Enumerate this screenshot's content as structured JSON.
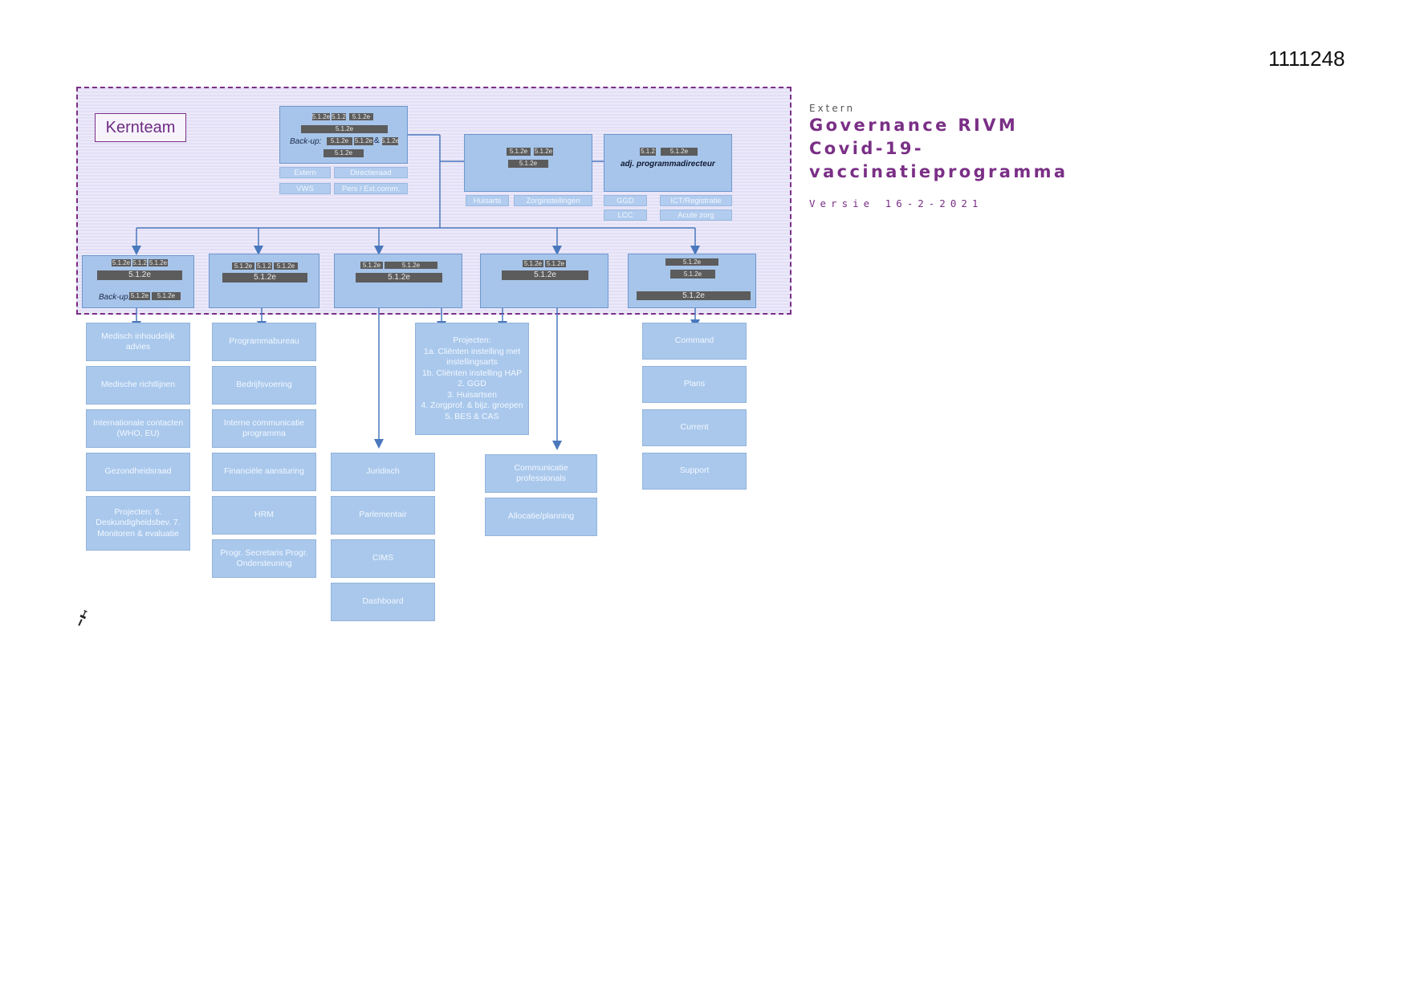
{
  "doc_number": "1111248",
  "kernteam_label": "Kernteam",
  "title": {
    "extern": "Extern",
    "line1": "Governance RIVM",
    "line2": "Covid-19-",
    "line3": "vaccinatieprogramma",
    "version": "Versie 16-2-2021"
  },
  "redaction": "5.1.2e",
  "redaction_short": "5.1.2",
  "backup_label": "Back-up:",
  "ampersand": "&",
  "top": {
    "director_chips": [
      "Extern",
      "Directieraad",
      "VWS",
      "Pers / Ext.comm."
    ],
    "middle_chips": [
      "Huisarts",
      "Zorginstellingen"
    ],
    "adj_title": "adj. programmadirecteur",
    "adj_chips": [
      "GGD",
      "ICT/Registratie",
      "LCC",
      "Acute zorg"
    ]
  },
  "columns": {
    "col1": [
      "Medisch inhoudelijk advies",
      "Medische richtlijnen",
      "Internationale contacten (WHO, EU)",
      "Gezondheidsraad",
      "Projecten: 6. Deskundigheidsbev. 7. Monitoren & evaluatie"
    ],
    "col2": [
      "Programmabureau",
      "Bedrijfsvoering",
      "Interne communicatie programma",
      "Financiële aansturing",
      "HRM",
      "Progr. Secretaris Progr. Ondersteuning"
    ],
    "col3": [
      "Juridisch",
      "Parlementair",
      "CIMS",
      "Dashboard"
    ],
    "projects": [
      "Projecten:",
      "1a. Cliënten instelling met instellingsarts",
      "1b. Cliënten instelling HAP",
      "2. GGD",
      "3. Huisartsen",
      "4. Zorgprof. & bijz. groepen",
      "5. BES & CAS"
    ],
    "col4": [
      "Communicatie professionals",
      "Allocatie/planning"
    ],
    "col5": [
      "Command",
      "Plans",
      "Current",
      "Support"
    ]
  },
  "colors": {
    "frame": "#7a2f86",
    "box": "#a9c8ec",
    "line": "#4a78bd",
    "redaction": "#5c5c5c",
    "title": "#7a2f86"
  },
  "icons": [
    "pushpin-icon"
  ]
}
